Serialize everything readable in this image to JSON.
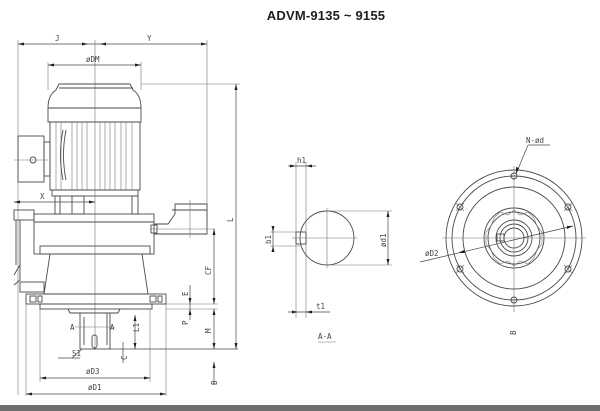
{
  "title": "ADVM-9135 ~ 9155",
  "front_view": {
    "dims": {
      "J": "J",
      "Y": "Y",
      "DM": "øDM",
      "X": "X",
      "L": "L",
      "CF": "CF",
      "E": "E",
      "P": "P",
      "M": "M",
      "L1": "L1",
      "C": "C",
      "D3": "øD3",
      "D1": "øD1",
      "S1": "S1",
      "section_A_left": "A",
      "section_A_right": "A",
      "view_B_arrow": "B"
    }
  },
  "section_view": {
    "label": "A-A",
    "dims": {
      "h1": "h1",
      "b1": "b1",
      "d1": "ød1",
      "t1": "t1"
    }
  },
  "end_view": {
    "label": "B",
    "dims": {
      "holes": "N-ød",
      "D2": "øD2"
    }
  },
  "colors": {
    "line": "#4a4a4a",
    "text": "#444444",
    "title": "#1e1e1e",
    "bottom_bar": "#6e6e6e"
  }
}
